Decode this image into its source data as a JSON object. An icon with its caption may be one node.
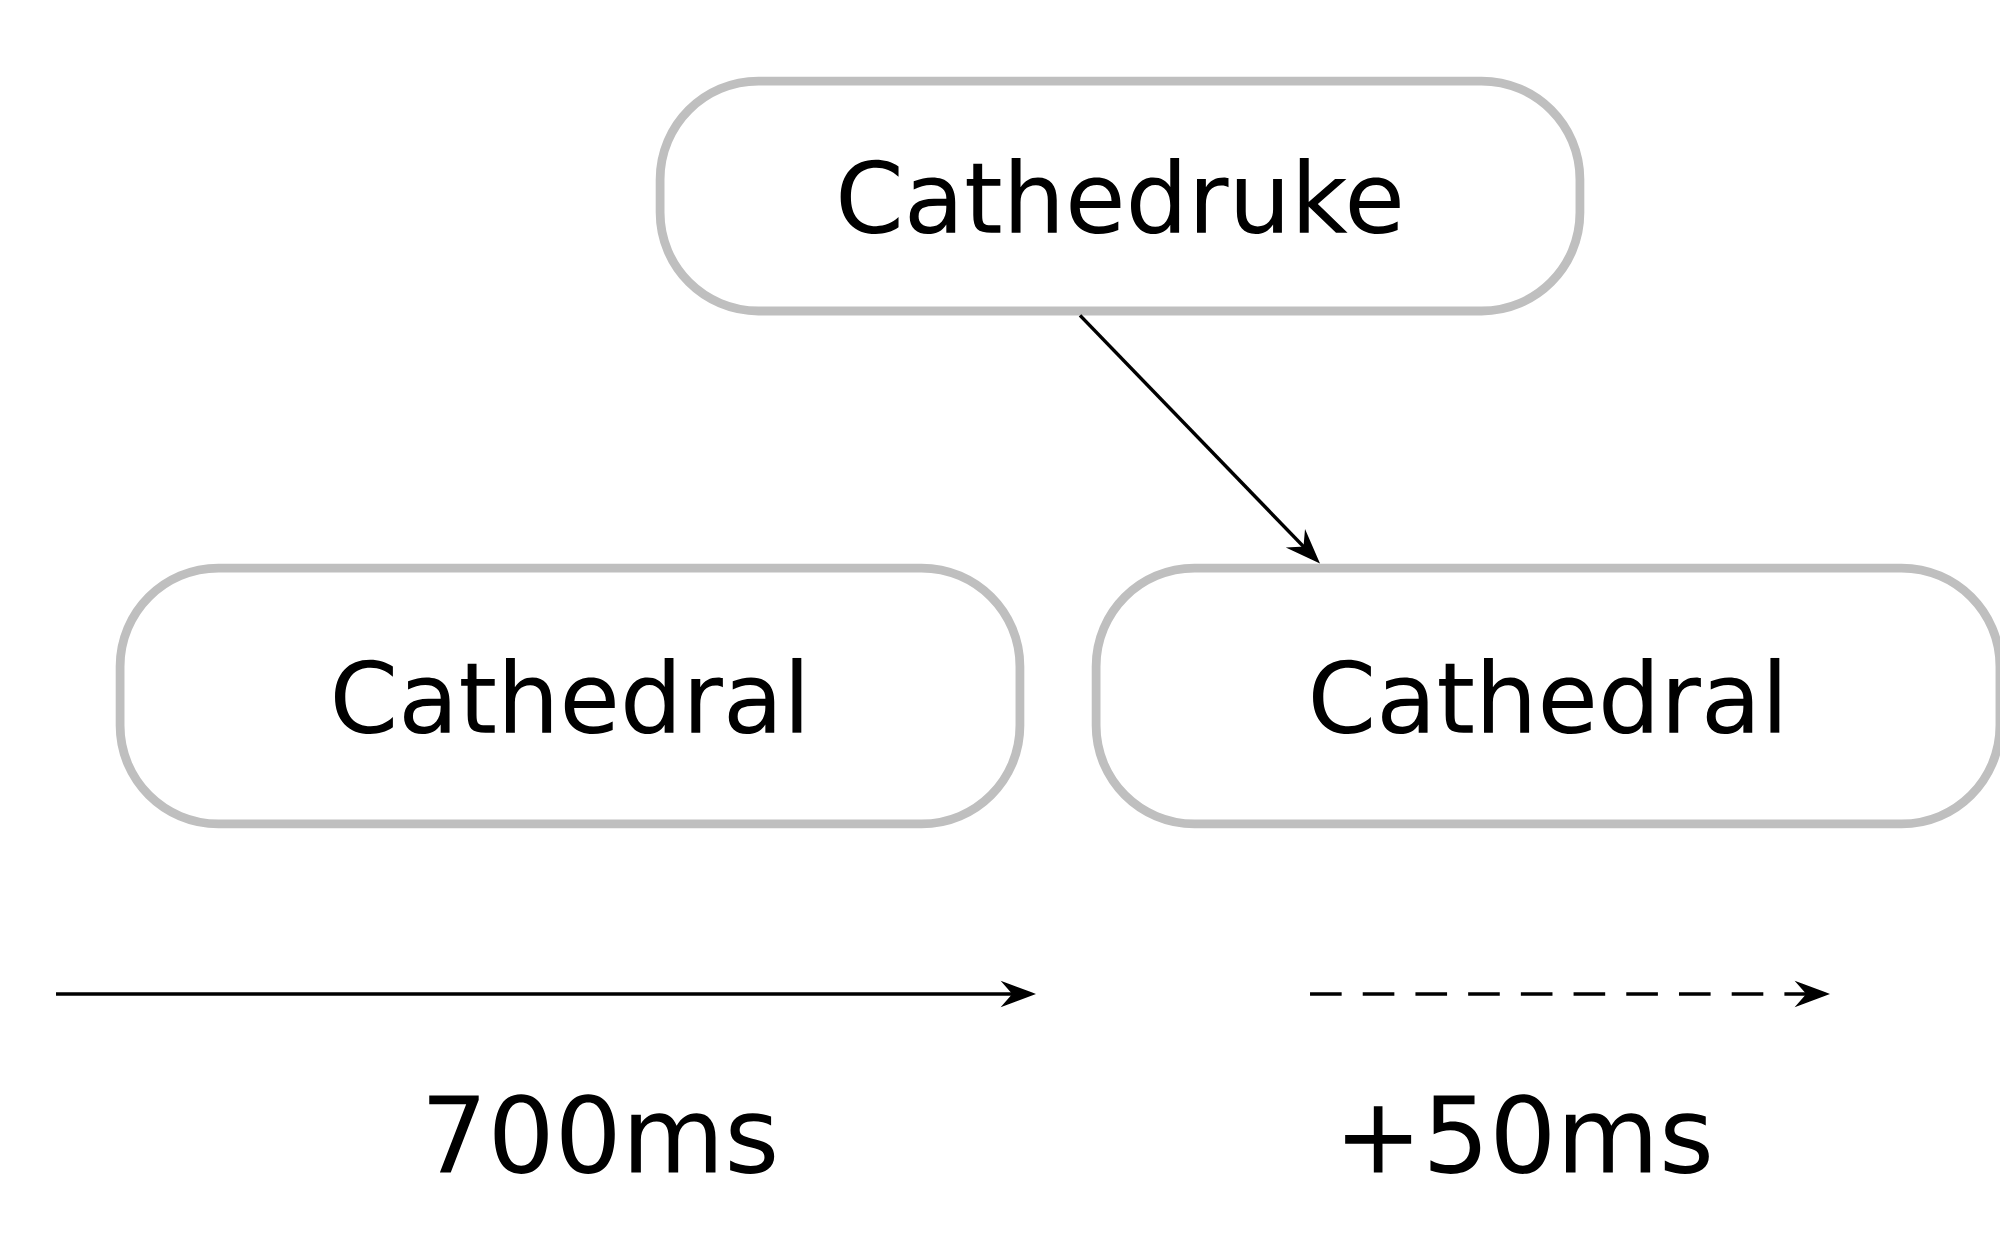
{
  "diagram": {
    "nodes": [
      {
        "text": [
          "Cathedruke"
        ]
      },
      {
        "text": [
          "Cathedral"
        ]
      },
      {
        "text": [
          "Cathedral"
        ]
      }
    ],
    "edges": [
      {
        "from": 0,
        "to": 2,
        "arrow": "to"
      }
    ],
    "labels": [
      "700ms",
      "+50ms"
    ]
  }
}
